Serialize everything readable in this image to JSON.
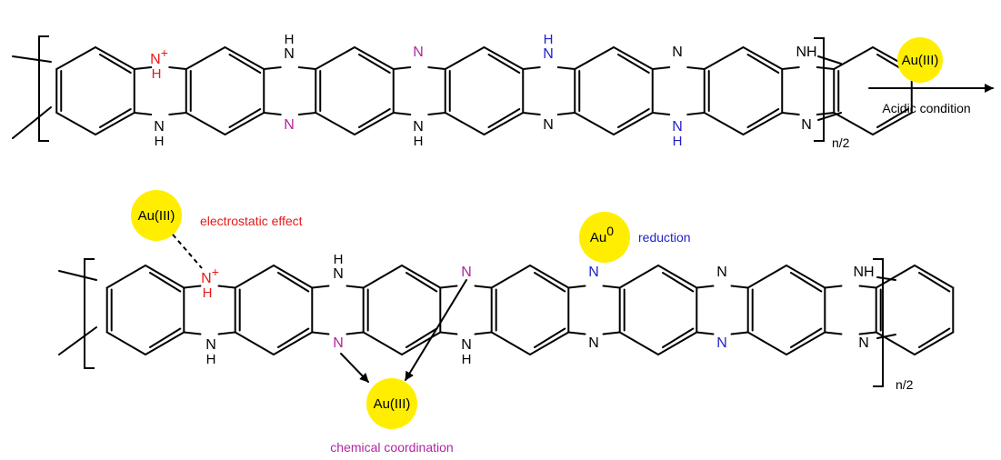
{
  "colors": {
    "black": "#000000",
    "red": "#e31a1a",
    "magenta": "#b0259f",
    "blue": "#1f1fc8",
    "gold": "#ffee00"
  },
  "reaction": {
    "reagent": "Au(III)",
    "condition": "Acidic condition"
  },
  "polymer": {
    "repeat": "n/2"
  },
  "atoms": {
    "nh_plus": "N",
    "plus": "+",
    "h": "H",
    "n": "N",
    "nh": "NH"
  },
  "annotations": {
    "electrostatic_au": "Au(III)",
    "electrostatic_label": "electrostatic effect",
    "reduction_au": "Au",
    "reduction_sup": "0",
    "reduction_label": "reduction",
    "coordination_au": "Au(III)",
    "coordination_label": "chemical coordination"
  }
}
